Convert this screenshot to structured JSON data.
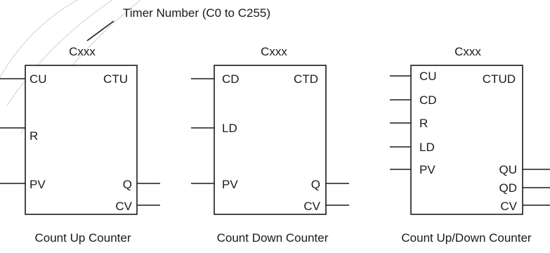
{
  "annotation": "Timer Number (C0 to C255)",
  "blocks": [
    {
      "name": "ctu",
      "address": "Cxxx",
      "type": "CTU",
      "caption": "Count Up Counter",
      "inputs": [
        "CU",
        "R",
        "PV"
      ],
      "outputs": [
        "Q",
        "CV"
      ]
    },
    {
      "name": "ctd",
      "address": "Cxxx",
      "type": "CTD",
      "caption": "Count Down Counter",
      "inputs": [
        "CD",
        "LD",
        "PV"
      ],
      "outputs": [
        "Q",
        "CV"
      ]
    },
    {
      "name": "ctud",
      "address": "Cxxx",
      "type": "CTUD",
      "caption": "Count Up/Down Counter",
      "inputs": [
        "CU",
        "CD",
        "R",
        "LD",
        "PV"
      ],
      "outputs": [
        "QU",
        "QD",
        "CV"
      ]
    }
  ]
}
